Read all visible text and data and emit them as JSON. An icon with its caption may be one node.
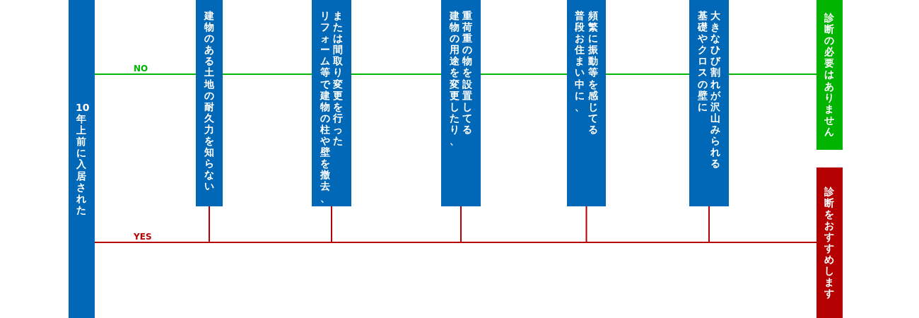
{
  "diagram": {
    "nodes": [
      {
        "text": [
          "10年上前に入居された"
        ]
      },
      {
        "text": [
          "建物のある土地の耐久力を知らない"
        ]
      },
      {
        "text": [
          "リフォーム等で建物の柱や壁を撤去、",
          "または間取り変更を行った"
        ]
      },
      {
        "text": [
          "建物の用途を変更したり、",
          "重荷重の物を設置してる"
        ]
      },
      {
        "text": [
          "普段お住まい中に、",
          "頻繁に振動等を感じてる"
        ]
      },
      {
        "text": [
          "基礎やクロスの壁に",
          "大きなひび割れが沢山みられる"
        ]
      },
      {
        "text": [
          "診断の必要はありません"
        ]
      },
      {
        "text": [
          "診断をおすすめします"
        ]
      }
    ],
    "edges": [
      {
        "from": 0,
        "to": 1,
        "arrow": "none",
        "label": "NO",
        "color": "#00b400"
      },
      {
        "from": 1,
        "to": 2,
        "arrow": "none",
        "color": "#00b400"
      },
      {
        "from": 2,
        "to": 3,
        "arrow": "none",
        "color": "#00b400"
      },
      {
        "from": 3,
        "to": 4,
        "arrow": "none",
        "color": "#00b400"
      },
      {
        "from": 4,
        "to": 5,
        "arrow": "none",
        "color": "#00b400"
      },
      {
        "from": 5,
        "to": 6,
        "arrow": "none",
        "color": "#00b400"
      },
      {
        "from": 0,
        "to": 7,
        "arrow": "none",
        "label": "YES",
        "color": "#b40000"
      },
      {
        "from": 1,
        "to": 7,
        "arrow": "none",
        "color": "#b40000"
      },
      {
        "from": 2,
        "to": 7,
        "arrow": "none",
        "color": "#b40000"
      },
      {
        "from": 3,
        "to": 7,
        "arrow": "none",
        "color": "#b40000"
      },
      {
        "from": 4,
        "to": 7,
        "arrow": "none",
        "color": "#b40000"
      },
      {
        "from": 5,
        "to": 7,
        "arrow": "none",
        "color": "#b40000"
      }
    ]
  }
}
